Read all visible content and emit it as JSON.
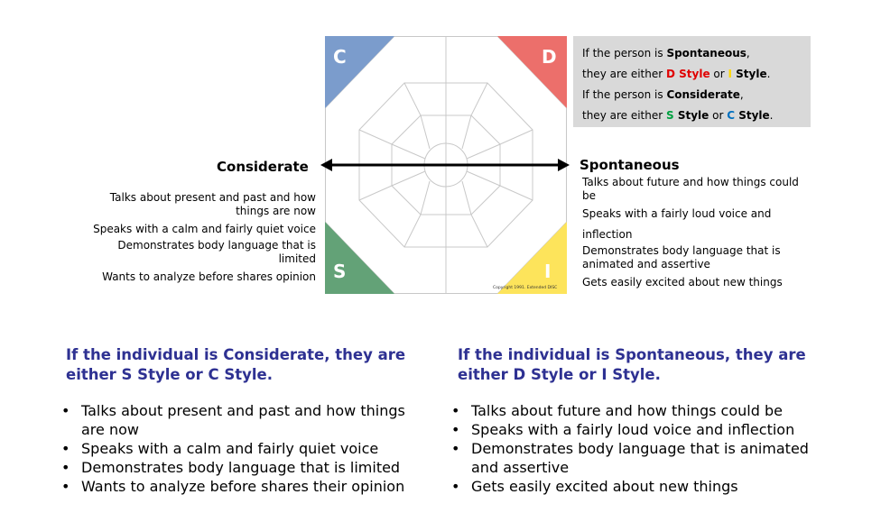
{
  "diagram": {
    "quadrants": {
      "c": "C",
      "d": "D",
      "s": "S",
      "i": "I"
    },
    "copyright": "Copyright 1991. Extended DISC",
    "colors": {
      "c": "#7b9ccc",
      "d": "#ec6f6b",
      "s": "#63a277",
      "i": "#fde45b"
    }
  },
  "infobox": {
    "line1_pre": "If the person is ",
    "line1_bold": "Spontaneous",
    "line1_post": ",",
    "line2_pre": "they are either ",
    "line2_d": "D Style",
    "line2_or": " or ",
    "line2_i": "I Style",
    "line2_post": ".",
    "line3_pre": "If the person is ",
    "line3_bold": "Considerate",
    "line3_post": ",",
    "line4_pre": "they are either ",
    "line4_s": "S Style",
    "line4_or": " or ",
    "line4_c": "C Style",
    "line4_post": "."
  },
  "left": {
    "heading": "Considerate",
    "items": [
      "Talks about present and past and how things are now",
      "Speaks with a calm and fairly quiet voice",
      "Demonstrates body language that is limited",
      "Wants to analyze before shares opinion"
    ]
  },
  "right": {
    "heading": "Spontaneous",
    "items": [
      "Talks about future and how things could be",
      "Speaks with a fairly loud voice and",
      "inflection",
      "Demonstrates body language that is animated and assertive",
      "Gets easily excited about new things"
    ]
  },
  "bottom_left": {
    "heading": "If the individual is Considerate, they are either S Style or C Style.",
    "bullets": [
      "Talks about present and past and how things are now",
      "Speaks with a calm and fairly quiet voice",
      "Demonstrates body language that is limited",
      "Wants to analyze before shares their opinion"
    ]
  },
  "bottom_right": {
    "heading": "If the individual is Spontaneous, they are either D Style or I Style.",
    "bullets": [
      "Talks about future and how things could be",
      "Speaks with a fairly loud voice and inflection",
      "Demonstrates body language that is animated and assertive",
      "Gets easily excited about new things"
    ]
  }
}
